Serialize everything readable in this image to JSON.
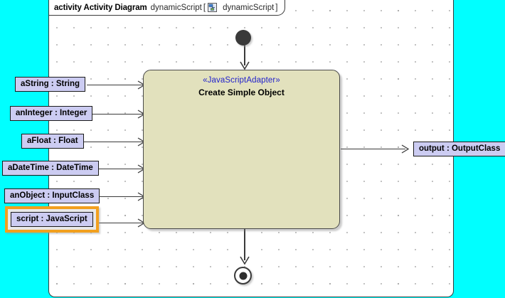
{
  "frame": {
    "keyword": "activity Activity Diagram",
    "name": "dynamicScript",
    "bracket_open": "[",
    "icon": "activity-diagram-icon",
    "inner_name": "dynamicScript",
    "bracket_close": "]"
  },
  "activity": {
    "stereotype": "«JavaScriptAdapter»",
    "name": "Create Simple Object",
    "fill": "#e2e1bd",
    "border": "#4a4a4a"
  },
  "nodes": {
    "initial": "initial-node",
    "final": "activity-final-node"
  },
  "input_pins": [
    {
      "label": "aString : String"
    },
    {
      "label": "anInteger : Integer"
    },
    {
      "label": "aFloat : Float"
    },
    {
      "label": "aDateTime : DateTime"
    },
    {
      "label": "anObject : InputClass"
    },
    {
      "label": "script : JavaScript",
      "selected": true
    }
  ],
  "output_pins": [
    {
      "label": "output : OutputClass"
    }
  ],
  "colors": {
    "canvas_outside": "#00ffff",
    "diagram_background": "#ffffff",
    "pin_fill": "#ccccf2",
    "selection": "#f2a01e",
    "stereotype_text": "#2222cc",
    "edge": "#3a3a3a"
  }
}
